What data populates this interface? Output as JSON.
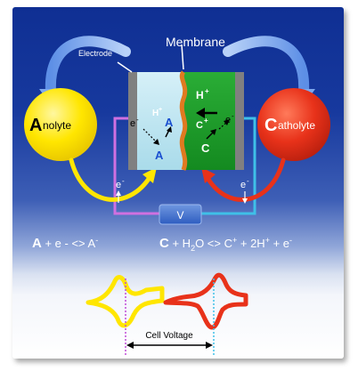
{
  "labels": {
    "membrane": "Membrane",
    "electrode": "Electrode",
    "anolyte_initial": "A",
    "anolyte_rest": "nolyte",
    "catholyte_initial": "C",
    "catholyte_rest": "atholyte",
    "h_plus_large": "H",
    "h_plus_small": "H",
    "plus": "+",
    "a_upper": "A",
    "a_lower": "A",
    "c_plus": "C",
    "c_lower": "C",
    "e_minus": "e",
    "minus": "-",
    "voltmeter": "V",
    "cell_voltage": "Cell Voltage"
  },
  "equations": {
    "anolyte_lhs_bold": "A",
    "anolyte_lhs": " + e -  <>  A",
    "anolyte_sup": "-",
    "catholyte_bold": "C",
    "catholyte_mid1": "  + H",
    "catholyte_sub": "2",
    "catholyte_mid2": "O  <>  C",
    "catholyte_sup": "+",
    "catholyte_tail": " + 2H",
    "catholyte_sup2": "+",
    "catholyte_tail2": " + e",
    "catholyte_sup3": "-"
  },
  "colors": {
    "anolyte": "#ffe600",
    "catholyte": "#e8321a",
    "anolyte_compartment": "#bfe6f2",
    "catholyte_compartment": "#1e9a2a",
    "membrane": "#e07a20",
    "wire_left": "#d070e0",
    "wire_right": "#3fc0e8",
    "voltmeter": "#2f63c8",
    "arrows": "#8fb5f0"
  }
}
